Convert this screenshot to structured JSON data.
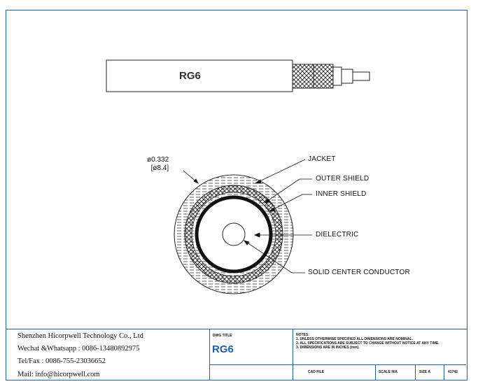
{
  "cable": {
    "name": "RG6"
  },
  "cross_section": {
    "diameter_in": "ø0.332",
    "diameter_mm": "[ø8.4]",
    "labels": {
      "jacket": "JACKET",
      "outer_shield": "OUTER SHIELD",
      "inner_shield": "INNER SHIELD",
      "dielectric": "DIELECTRIC",
      "conductor": "SOLID CENTER CONDUCTOR"
    }
  },
  "title_block": {
    "company": "Shenzhen Hicorpwell Technology Co., Ltd",
    "wechat": "Wechat &Whatsapp : 0086-13480892975",
    "telfax": "Tel/Fax : 0086-755-23036652",
    "mail": "Mail: info@hicorpwell.com",
    "dwg_title_label": "DWG TITLE",
    "dwg_title": "RG6",
    "notes_title": "NOTES:",
    "note1": "1. UNLESS OTHERWISE SPECIFIED ALL DIMENSIONS ARE NOMINAL.",
    "note2": "2. ALL SPECIFICATIONS ARE SUBJECT TO CHANGE WITHOUT NOTICE AT ANY TIME.",
    "note3": "3. DIMENSIONS ARE IN INCHES (mm).",
    "cad_file": "CAD FILE",
    "scale": "SCALE N/A",
    "size": "SIZE A",
    "number": "41742"
  }
}
